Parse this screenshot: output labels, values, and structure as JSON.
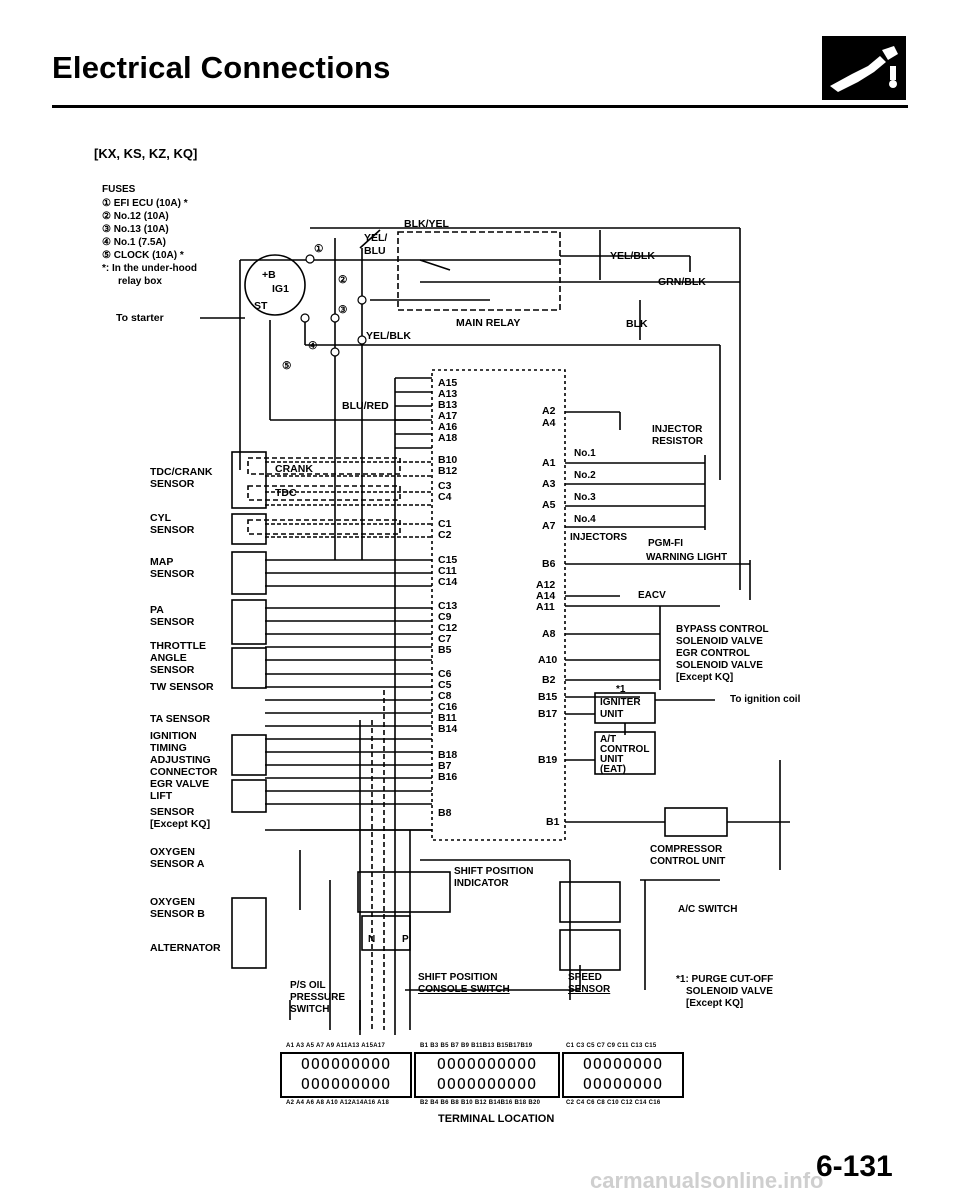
{
  "header": {
    "title": "Electrical Connections",
    "logo_icon": "hand-spark-icon"
  },
  "subtitle": "[KX, KS, KZ, KQ]",
  "fuses": {
    "heading": "FUSES",
    "items": [
      "① EFI ECU (10A) *",
      "② No.12 (10A)",
      "③ No.13 (10A)",
      "④ No.1 (7.5A)",
      "⑤ CLOCK (10A) *"
    ],
    "note1": "*: In the under-hood",
    "note2": "relay box"
  },
  "wires": {
    "blk_yel": "BLK/YEL",
    "yel": "YEL/",
    "blu": "BLU",
    "yel_blk_1": "YEL/BLK",
    "grn_blk": "GRN/BLK",
    "main_relay": "MAIN RELAY",
    "blk": "BLK",
    "yel_blk_2": "YEL/BLK",
    "blu_red": "BLU/RED",
    "to_starter": "To starter",
    "ig_b": "+B",
    "ig_ig1": "IG1",
    "ig_st": "ST"
  },
  "circles": [
    "①",
    "②",
    "③",
    "④",
    "⑤"
  ],
  "left_labels": {
    "tdc1": "TDC/CRANK",
    "tdc2": "SENSOR",
    "crank": "CRANK",
    "tdc": "TDC",
    "cyl1": "CYL",
    "cyl2": "SENSOR",
    "map1": "MAP",
    "map2": "SENSOR",
    "pa1": "PA",
    "pa2": "SENSOR",
    "thr1": "THROTTLE",
    "thr2": "ANGLE",
    "thr3": "SENSOR",
    "tw": "TW SENSOR",
    "ta": "TA SENSOR",
    "ign1": "IGNITION",
    "ign2": "TIMING",
    "ign3": "ADJUSTING",
    "ign4": "CONNECTOR",
    "egr1": "EGR VALVE",
    "egr2": "LIFT",
    "egr3": "SENSOR",
    "egr4": "[Except KQ]",
    "oxa1": "OXYGEN",
    "oxa2": "SENSOR A",
    "oxb1": "OXYGEN",
    "oxb2": "SENSOR B",
    "alt": "ALTERNATOR"
  },
  "center_pins": [
    "A15",
    "A13",
    "B13",
    "A17",
    "A16",
    "A18",
    "B10",
    "B12",
    "C3",
    "C4",
    "C1",
    "C2",
    "C15",
    "C11",
    "C14",
    "C13",
    "C9",
    "C12",
    "C7",
    "B5",
    "C6",
    "C5",
    "C8",
    "C16",
    "B11",
    "B14",
    "B18",
    "B7",
    "B16",
    "B8"
  ],
  "right_pins": {
    "a2": "A2",
    "a4": "A4",
    "a1": "A1",
    "a3": "A3",
    "a5": "A5",
    "a7": "A7",
    "b6": "B6",
    "a12": "A12",
    "a14": "A14",
    "a11": "A11",
    "a8": "A8",
    "a10": "A10",
    "b2": "B2",
    "b15": "B15",
    "b17": "B17",
    "b19": "B19",
    "b1": "B1"
  },
  "right_labels": {
    "inj_res1": "INJECTOR",
    "inj_res2": "RESISTOR",
    "no1": "No.1",
    "no2": "No.2",
    "no3": "No.3",
    "no4": "No.4",
    "injectors": "INJECTORS",
    "pgm": "PGM-FI",
    "warn": "WARNING LIGHT",
    "eacv": "EACV",
    "bypass1": "BYPASS CONTROL",
    "bypass2": "SOLENOID VALVE",
    "egr1": "EGR CONTROL",
    "egr2": "SOLENOID VALVE",
    "egr3": "[Except KQ]",
    "star1": "*1",
    "igniter1": "IGNITER",
    "igniter2": "UNIT",
    "to_coil": "To ignition coil",
    "at1": "A/T",
    "at2": "CONTROL",
    "at3": "UNIT",
    "at4": "(EAT)",
    "comp1": "COMPRESSOR",
    "comp2": "CONTROL UNIT",
    "ac": "A/C SWITCH",
    "purge1": "*1: PURGE CUT-OFF",
    "purge2": "SOLENOID VALVE",
    "purge3": "[Except KQ]"
  },
  "bottom_labels": {
    "shift1": "SHIFT POSITION",
    "shift2": "INDICATOR",
    "n": "N",
    "p": "P",
    "ps1": "P/S OIL",
    "ps2": "PRESSURE",
    "ps3": "SWITCH",
    "cons1": "SHIFT POSITION",
    "cons2": "CONSOLE SWITCH",
    "speed1": "SPEED",
    "speed2": "SENSOR"
  },
  "connector": {
    "top_a": "A1 A3 A5 A7 A9 A11A13 A15A17",
    "top_b": "B1 B3 B5 B7 B9 B11B13 B15B17B19",
    "top_c": "C1 C3 C5 C7 C9 C11 C13 C15",
    "bot_a": "A2 A4 A6 A8 A10 A12A14A16 A18",
    "bot_b": "B2 B4 B6 B8 B10 B12 B14B16 B18 B20",
    "bot_c": "C2 C4 C6 C8 C10 C12 C14 C16",
    "row_a": "OOOOOOOOO",
    "row_b": "OOOOOOOOOO",
    "row_c": "OOOOOOOO",
    "caption": "TERMINAL LOCATION"
  },
  "page_number": "6-131",
  "watermark": "carmanualsonline.info"
}
